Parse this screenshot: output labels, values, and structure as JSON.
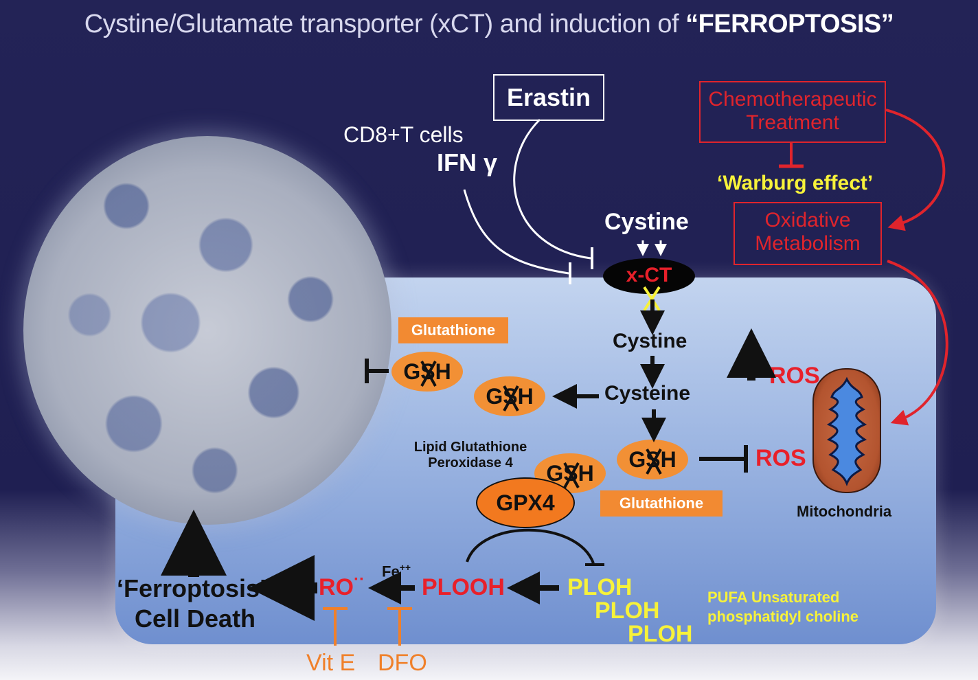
{
  "title": {
    "main": "Cystine/Glutamate transporter (xCT) and induction of ",
    "emphasis": "“FERROPTOSIS”"
  },
  "nodes": {
    "erastin": "Erastin",
    "cd8": "CD8+T cells",
    "ifn": "IFN γ",
    "chemo_line1": "Chemotherapeutic",
    "chemo_line2": "Treatment",
    "warburg": "‘Warburg effect’",
    "oxid_line1": "Oxidative",
    "oxid_line2": "Metabolism",
    "cystine_out": "Cystine",
    "xct": "x-CT",
    "cystine_in": "Cystine",
    "cysteine": "Cysteine",
    "glutathione_top": "Glutathione",
    "glutathione_bottom": "Glutathione",
    "gsh": "GSH",
    "ros_up": "ROS",
    "ros_mid": "ROS",
    "mitochondria": "Mitochondria",
    "lipid_line1": "Lipid Glutathione",
    "lipid_line2": "Peroxidase 4",
    "gpx4": "GPX4",
    "ploh1": "PLOH",
    "ploh2": "PLOH",
    "ploh3": "PLOH",
    "plooh": "PLOOH",
    "ro": "RO",
    "fe": "Fe",
    "fe_sup": "++",
    "pufa_line1": "PUFA Unsaturated",
    "pufa_line2": "phosphatidyl choline",
    "ferroptosis": "‘Ferroptosis’",
    "cell_death": "Cell Death",
    "vite": "Vit E",
    "dfo": "DFO"
  },
  "colors": {
    "background": "#232356",
    "red": "#e8202a",
    "yellow": "#f7f23a",
    "orange": "#f28a32"
  }
}
